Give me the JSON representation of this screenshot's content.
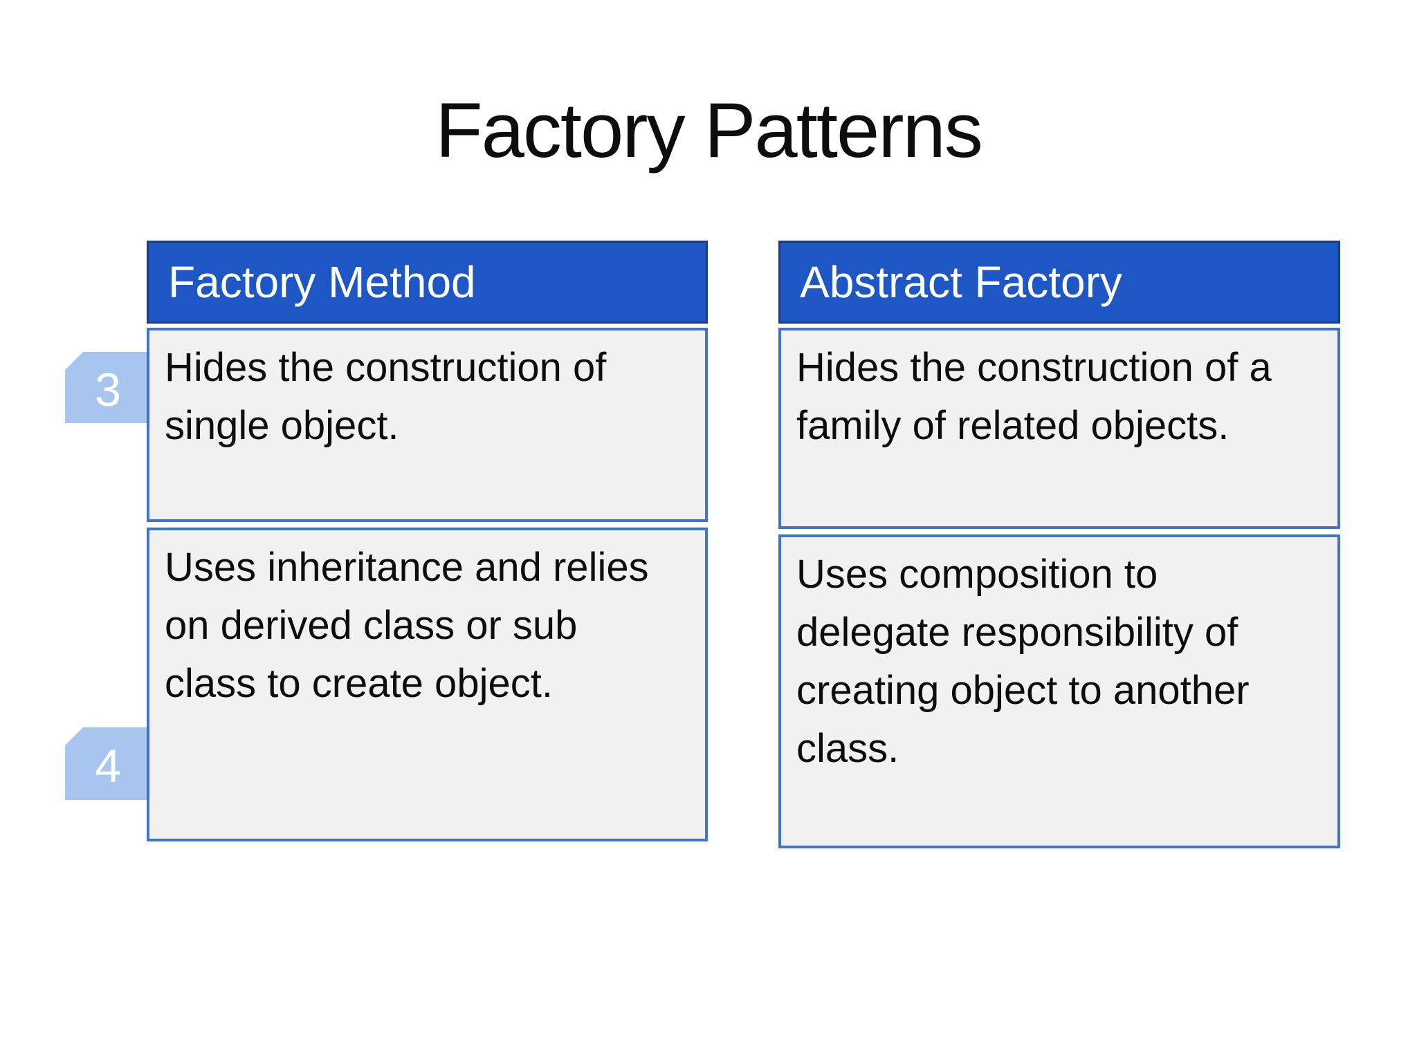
{
  "title": "Factory Patterns",
  "colors": {
    "header_bg": "#1E56C4",
    "header_border": "#1C3E7E",
    "header_text": "#FFFFFF",
    "cell_border": "#4472C4",
    "cell_bg": "#F1F1F2",
    "body_text": "#0D0D0D",
    "tab_bg": "#A8C5F0",
    "tab_text": "#FFFFFF"
  },
  "tables": [
    {
      "header": "Factory Method",
      "rows": [
        {
          "text": "Hides the construction of\nsingle object."
        },
        {
          "text": "Uses inheritance and relies\non derived class or sub\nclass to create object."
        }
      ]
    },
    {
      "header": "Abstract Factory",
      "rows": [
        {
          "text": "Hides the construction of a\nfamily of related objects."
        },
        {
          "text": "Uses composition to\ndelegate responsibility of\ncreating object to another\nclass."
        }
      ]
    }
  ],
  "markers": [
    {
      "label": "3"
    },
    {
      "label": "4"
    }
  ]
}
